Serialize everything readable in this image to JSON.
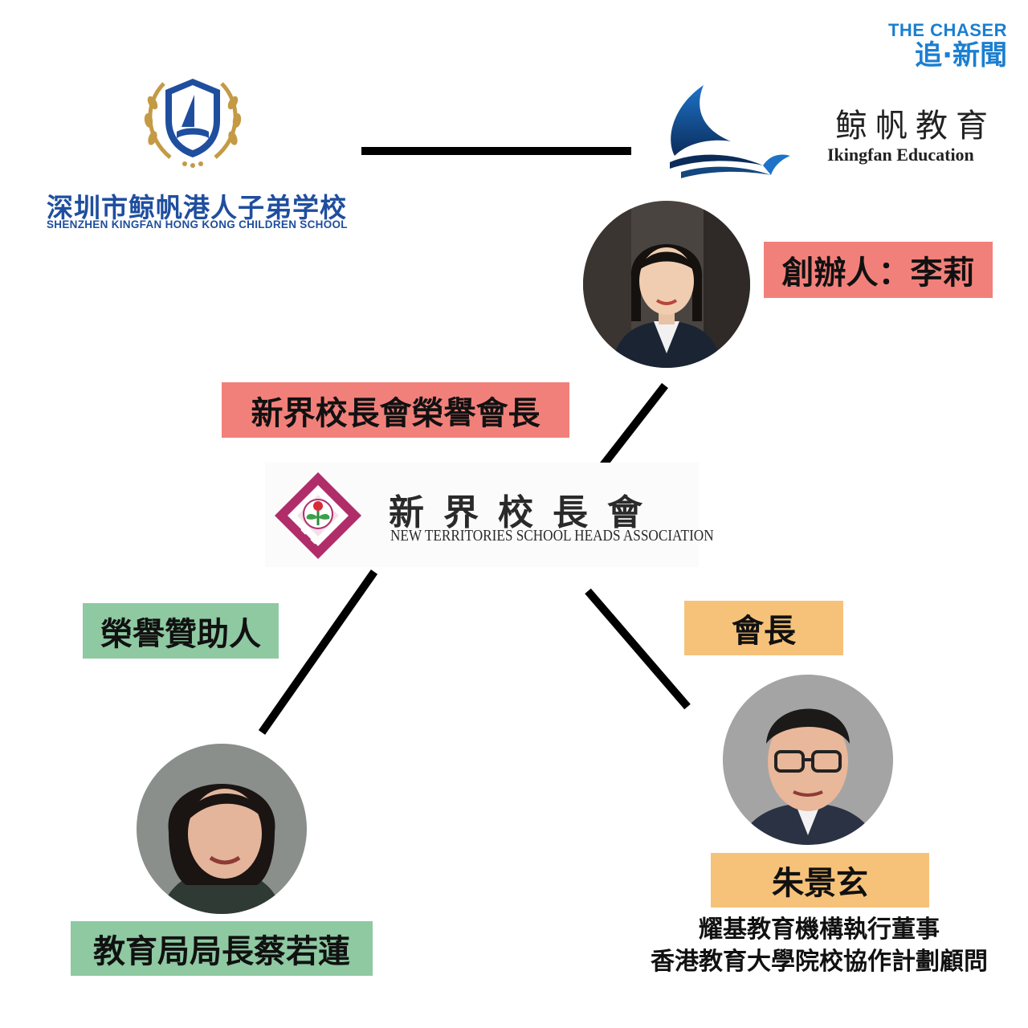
{
  "brand": {
    "top": "THE CHASER",
    "bottom": "追·新聞"
  },
  "school": {
    "name_zh": "深圳市鲸帆港人子弟学校",
    "name_en": "SHENZHEN KINGFAN HONG KONG CHILDREN SCHOOL"
  },
  "ikingfan": {
    "name_zh": "鲸帆教育",
    "name_en": "Ikingfan Education"
  },
  "founder": {
    "label": "創辦人：李莉"
  },
  "association": {
    "name_zh": "新界校長會",
    "name_en": "NEW TERRITORIES SCHOOL HEADS ASSOCIATION"
  },
  "labels": {
    "honorary_president": "新界校長會榮譽會長",
    "honorary_patron": "榮譽贊助人",
    "chairman": "會長"
  },
  "minister": {
    "label": "教育局局長蔡若蓮"
  },
  "chair_person": {
    "name": "朱景玄",
    "roles": [
      "耀基教育機構執行董事",
      "香港教育大學院校協作計劃顧問"
    ]
  },
  "colors": {
    "red_tag": "#f2807a",
    "green_tag": "#8ec9a2",
    "orange_tag": "#f6c27a",
    "brand_blue": "#1b7fd0"
  }
}
